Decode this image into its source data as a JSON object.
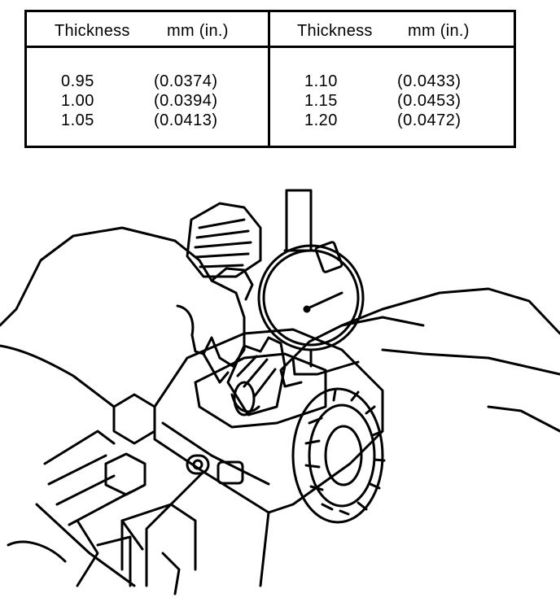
{
  "table": {
    "headers": [
      {
        "thickness": "Thickness",
        "unit": "mm (in.)"
      },
      {
        "thickness": "Thickness",
        "unit": "mm (in.)"
      }
    ],
    "left_rows": [
      {
        "mm": "0.95",
        "in": "(0.0374)"
      },
      {
        "mm": "1.00",
        "in": "(0.0394)"
      },
      {
        "mm": "1.05",
        "in": "(0.0413)"
      }
    ],
    "right_rows": [
      {
        "mm": "1.10",
        "in": "(0.0433)"
      },
      {
        "mm": "1.15",
        "in": "(0.0453)"
      },
      {
        "mm": "1.20",
        "in": "(0.0472)"
      }
    ]
  },
  "illustration": {
    "icon": "dial-indicator-differential-illustration"
  }
}
